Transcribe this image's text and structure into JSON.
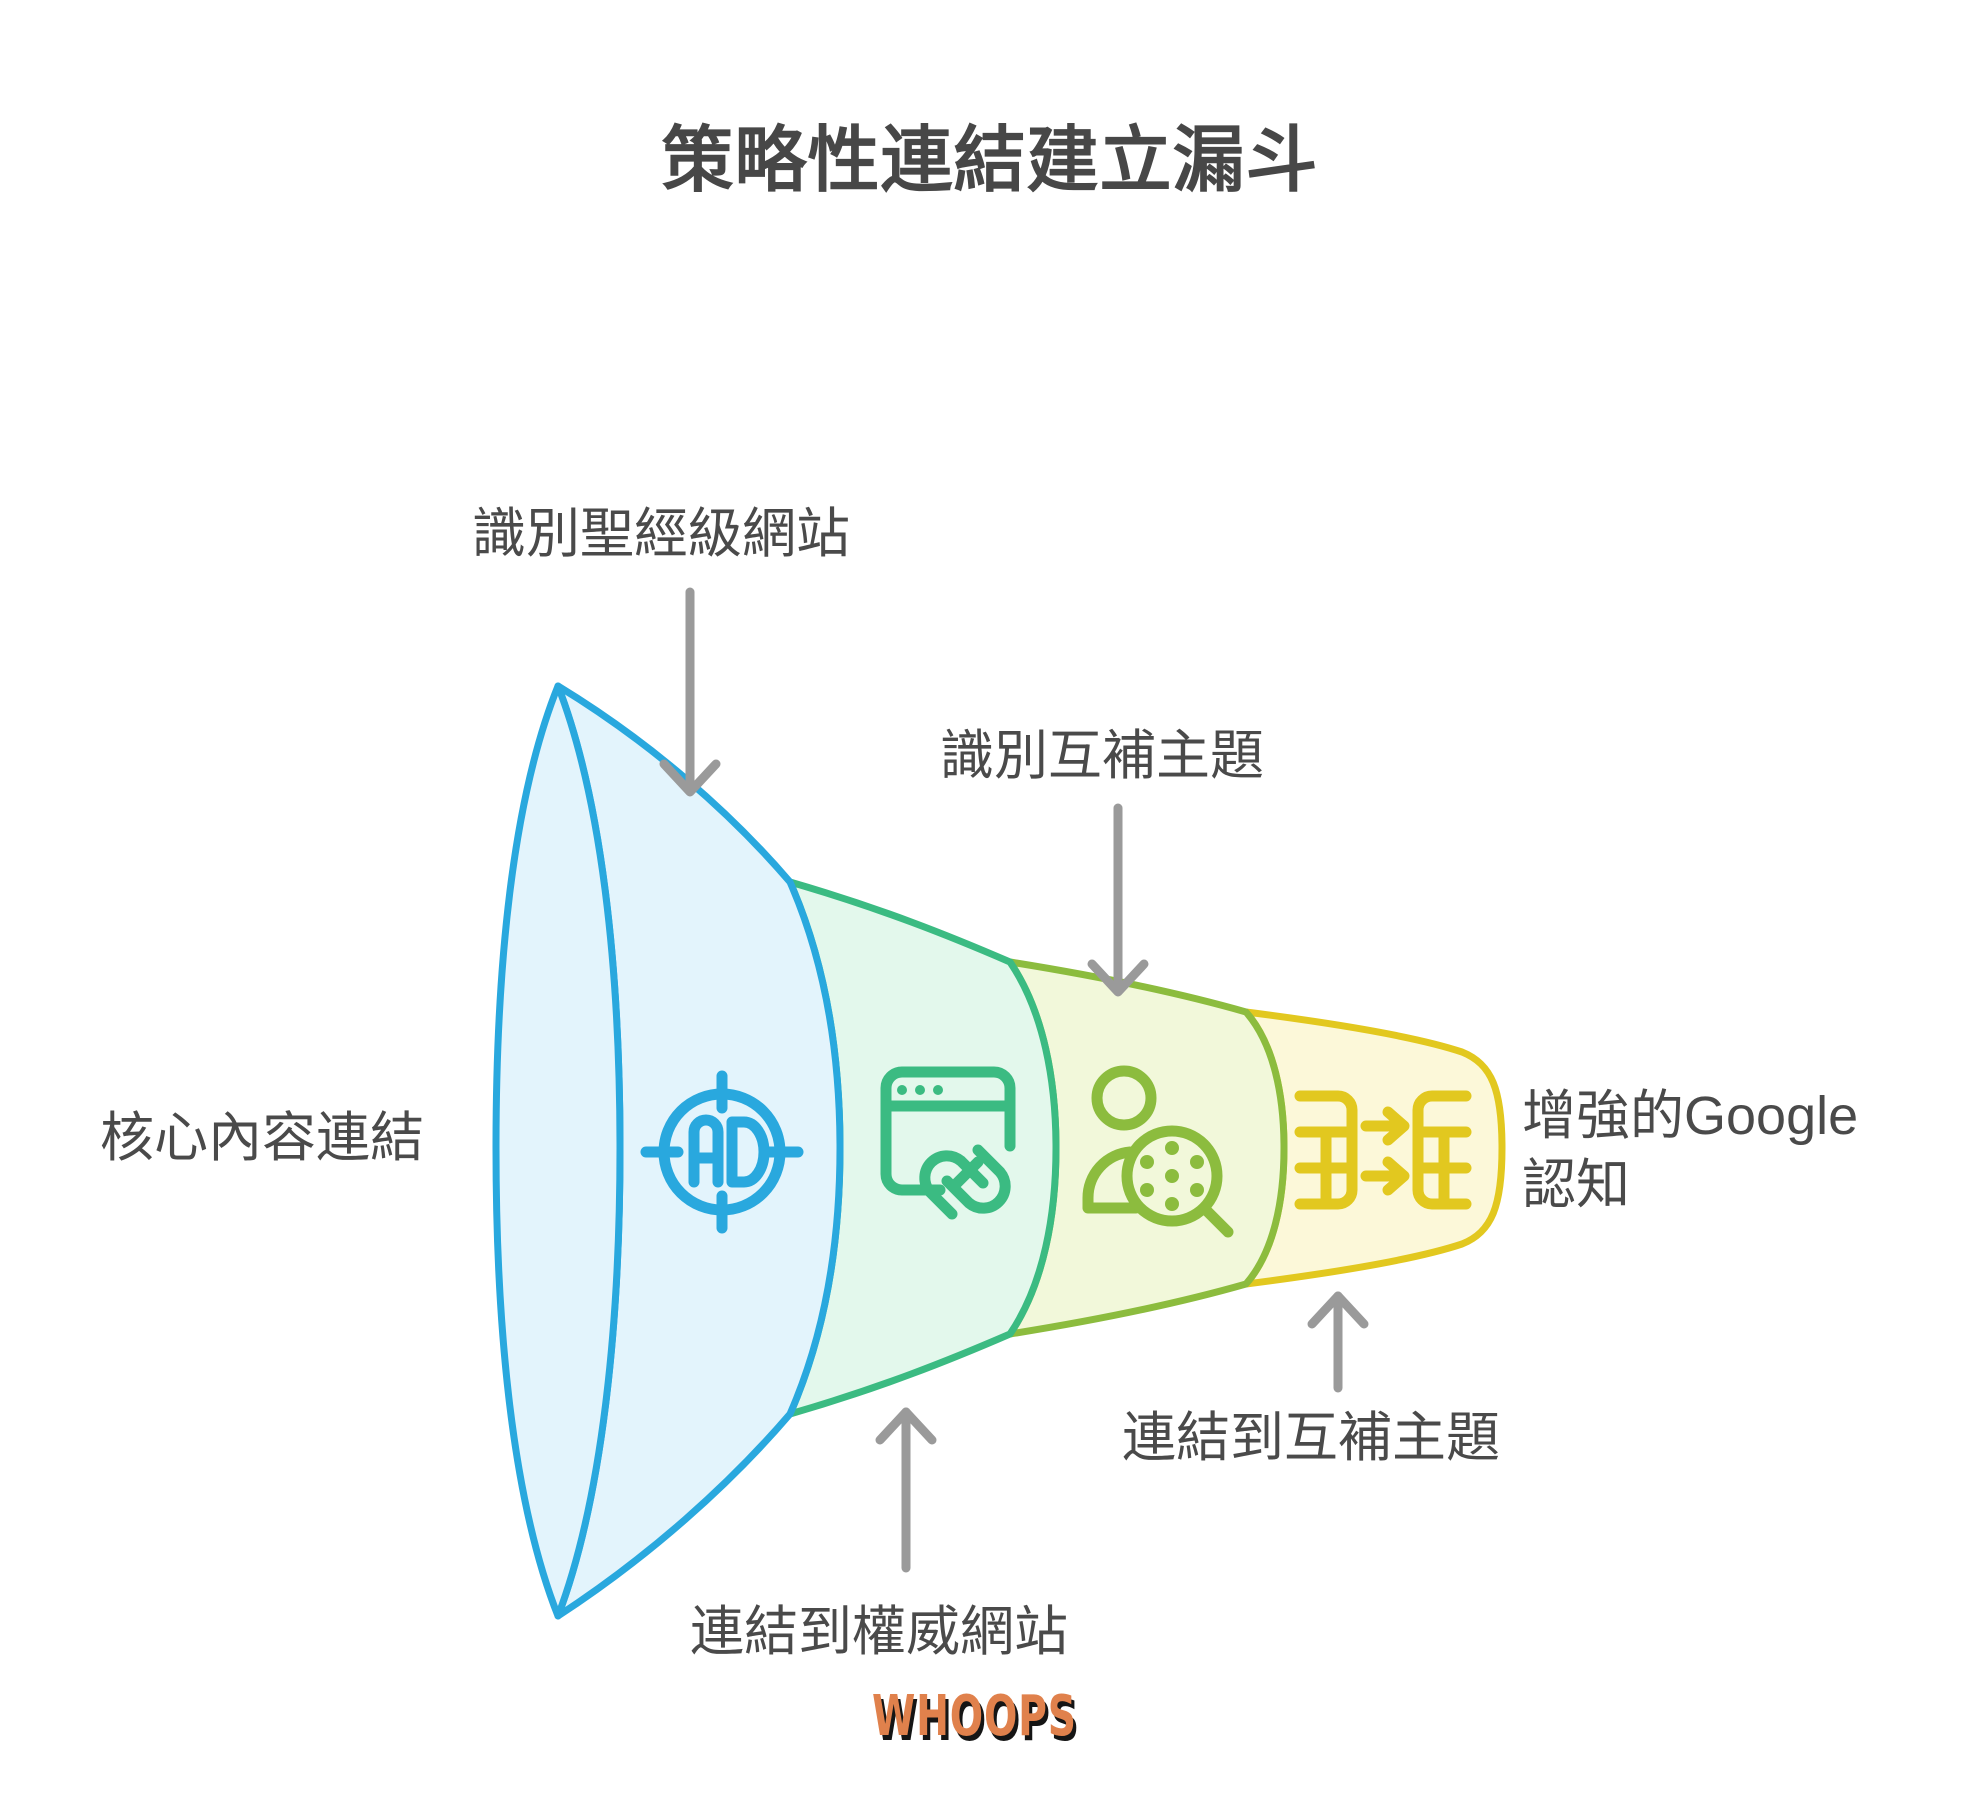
{
  "page": {
    "title": "策略性連結建立漏斗",
    "background_color": "#ffffff",
    "text_color": "#4a4a4a"
  },
  "watermark": {
    "text": "WHOOPS",
    "color": "#E0814C",
    "shadow_color": "#151515"
  },
  "labels": {
    "core_content_links": "核心內容連結",
    "identify_bible_sites": "識別聖經級網站",
    "identify_complementary_topics": "識別互補主題",
    "enhanced_google_awareness": "增強的Google\n認知",
    "link_to_authority_sites": "連結到權威網站",
    "link_to_complementary_topics": "連結到互補主題"
  },
  "chart_data": {
    "type": "funnel",
    "title": "策略性連結建立漏斗",
    "orientation": "horizontal",
    "stage_count": 4,
    "entry_label": "核心內容連結",
    "exit_label": "增強的Google認知",
    "stages": [
      {
        "index": 1,
        "label": "識別聖經級網站",
        "label_position": "top",
        "icon": "ad-target-icon",
        "stroke_color": "#29A8DE",
        "fill_color": "#E3F4FC",
        "icon_color": "#29A8DE"
      },
      {
        "index": 2,
        "label": "連結到權威網站",
        "label_position": "bottom",
        "icon": "browser-link-icon",
        "stroke_color": "#3BBB82",
        "fill_color": "#E3F8EC",
        "icon_color": "#3BBB82"
      },
      {
        "index": 3,
        "label": "識別互補主題",
        "label_position": "top",
        "icon": "person-search-icon",
        "stroke_color": "#8CBC3E",
        "fill_color": "#F2F8DA",
        "icon_color": "#8CBC3E"
      },
      {
        "index": 4,
        "label": "連結到互補主題",
        "label_position": "bottom",
        "icon": "table-transfer-icon",
        "stroke_color": "#E2C81F",
        "fill_color": "#FCF8D9",
        "icon_color": "#E2C81F"
      }
    ],
    "connector_color": "#9A9A9A",
    "legend": "none",
    "grid": false
  },
  "colors": {
    "stage1_stroke": "#29A8DE",
    "stage1_fill": "#E3F4FC",
    "stage2_stroke": "#3BBB82",
    "stage2_fill": "#E3F8EC",
    "stage3_stroke": "#8CBC3E",
    "stage3_fill": "#F2F8DA",
    "stage4_stroke": "#E2C81F",
    "stage4_fill": "#FCF8D9",
    "arrow": "#9A9A9A",
    "title": "#474747"
  }
}
